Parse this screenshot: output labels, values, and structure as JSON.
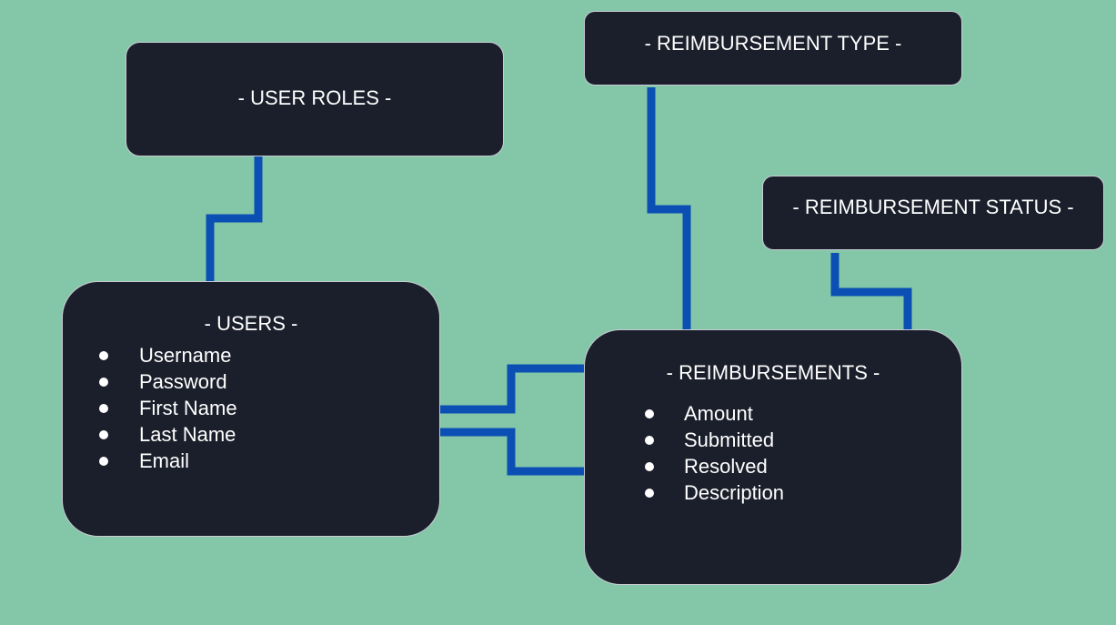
{
  "diagram": {
    "background_color": "#83c7a8",
    "box_color": "#1b1f2b",
    "connector_color": "#0b4fb5",
    "boxes": {
      "user_roles": {
        "title": "- USER ROLES -"
      },
      "reimbursement_type": {
        "title": "- REIMBURSEMENT TYPE -"
      },
      "reimbursement_status": {
        "title": "- REIMBURSEMENT STATUS -"
      },
      "users": {
        "title": "- USERS -",
        "fields": [
          "Username",
          "Password",
          "First Name",
          "Last Name",
          "Email"
        ]
      },
      "reimbursements": {
        "title": "- REIMBURSEMENTS -",
        "fields": [
          "Amount",
          "Submitted",
          "Resolved",
          "Description"
        ]
      }
    }
  }
}
